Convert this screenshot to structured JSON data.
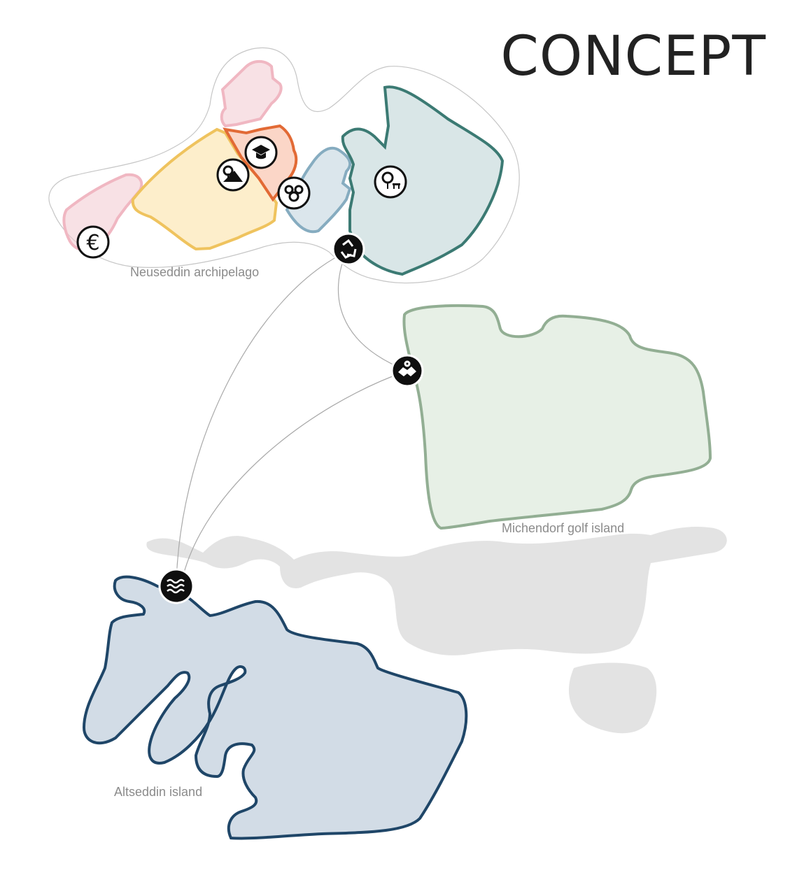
{
  "title": "CONCEPT",
  "labels": {
    "neuseddin": "Neuseddin archipelago",
    "michendorf": "Michendorf golf island",
    "altseddin": "Altseddin island"
  },
  "colors": {
    "pink": "#f2c8d0",
    "pink_stroke": "#f0b7c2",
    "yellow": "#fdeecb",
    "yellow_stroke": "#efc35e",
    "orange": "#fbd6c7",
    "orange_stroke": "#e26a35",
    "lightblue": "#dbe6ec",
    "lightblue_stroke": "#86acc0",
    "teal": "#d9e6e7",
    "teal_stroke": "#3b7a73",
    "green": "#e7f0e6",
    "green_stroke": "#92ae93",
    "blue": "#d2dce6",
    "blue_stroke": "#1f4668",
    "grey_land": "#e3e3e3"
  },
  "icons": {
    "euro": "€",
    "graduation": "graduation-cap-icon",
    "park": "tree-bench-icon",
    "recycle": "recycle-icon",
    "handshake": "handshake-icon",
    "waves": "water-waves-icon"
  }
}
